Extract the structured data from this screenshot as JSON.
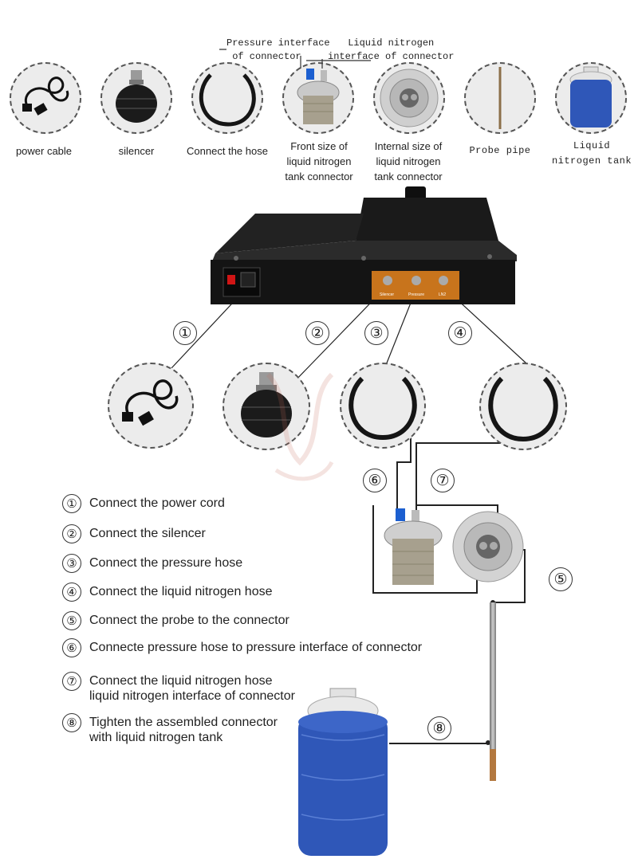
{
  "components": [
    {
      "label": "power cable",
      "icon": "power-cable-icon"
    },
    {
      "label": "silencer",
      "icon": "silencer-icon"
    },
    {
      "label": "Connect the hose",
      "icon": "hose-icon"
    },
    {
      "label": "Front size of\nliquid nitrogen\ntank connector",
      "icon": "connector-front-icon"
    },
    {
      "label": "Internal size of\nliquid nitrogen\ntank connector",
      "icon": "connector-internal-icon"
    },
    {
      "label": "Probe pipe",
      "icon": "probe-pipe-icon"
    },
    {
      "label": "Liquid\nnitrogen tank",
      "icon": "nitrogen-tank-icon"
    }
  ],
  "interface_labels": {
    "pressure": "Pressure interface\n of connector",
    "liquid": "Liquid nitrogen\ninterface of connector"
  },
  "device_port_labels": [
    "Silencer",
    "Pressure",
    "LN2"
  ],
  "step_markers": [
    "①",
    "②",
    "③",
    "④",
    "⑤",
    "⑥",
    "⑦",
    "⑧"
  ],
  "steps": [
    {
      "num": "①",
      "text": "Connect the power cord"
    },
    {
      "num": "②",
      "text": "Connect the silencer"
    },
    {
      "num": "③",
      "text": "Connect the pressure hose"
    },
    {
      "num": "④",
      "text": "Connect the liquid nitrogen hose"
    },
    {
      "num": "⑤",
      "text": "Connect the probe to the connector"
    },
    {
      "num": "⑥",
      "text": "Connecte pressure hose to pressure interface of connector"
    },
    {
      "num": "⑦",
      "text": "Connect the liquid nitrogen hose\nliquid nitrogen interface of connector"
    },
    {
      "num": "⑧",
      "text": "Tighten the assembled connector\nwith liquid nitrogen tank"
    }
  ],
  "colors": {
    "tank_blue": "#2f57b8",
    "device_body": "#141414",
    "panel_orange": "#c8741c",
    "outline": "#333333"
  }
}
